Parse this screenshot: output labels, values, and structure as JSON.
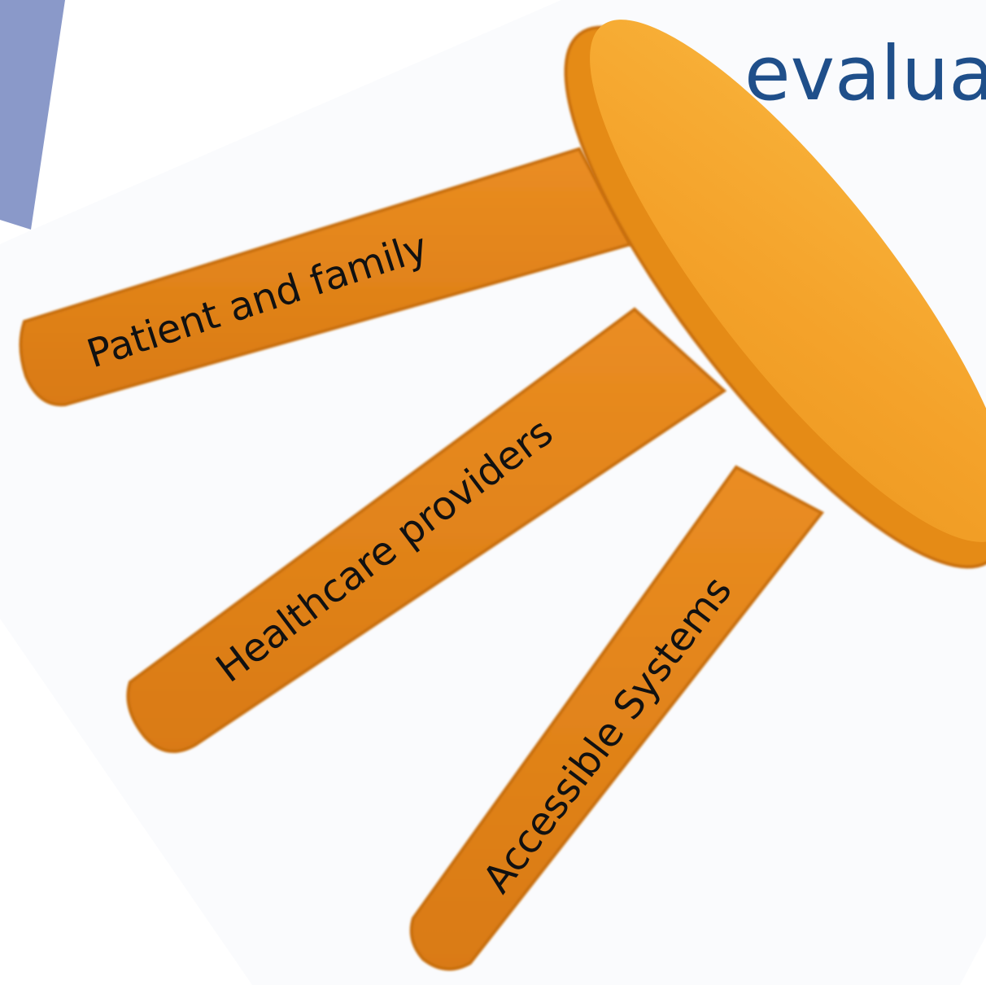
{
  "heading": {
    "text": "evalua"
  },
  "stool": {
    "legs": [
      {
        "label": "Patient and family"
      },
      {
        "label": "Healthcare providers"
      },
      {
        "label": "Accessible Systems"
      }
    ]
  },
  "colors": {
    "leg": "#e2841a",
    "leg_shadow": "#c86e10",
    "seat_top": "#f6a92c",
    "seat_edge": "#e58b19",
    "backdrop": "#fafbfd",
    "accent_panel": "#8a99c9",
    "heading": "#1f4f8a"
  }
}
